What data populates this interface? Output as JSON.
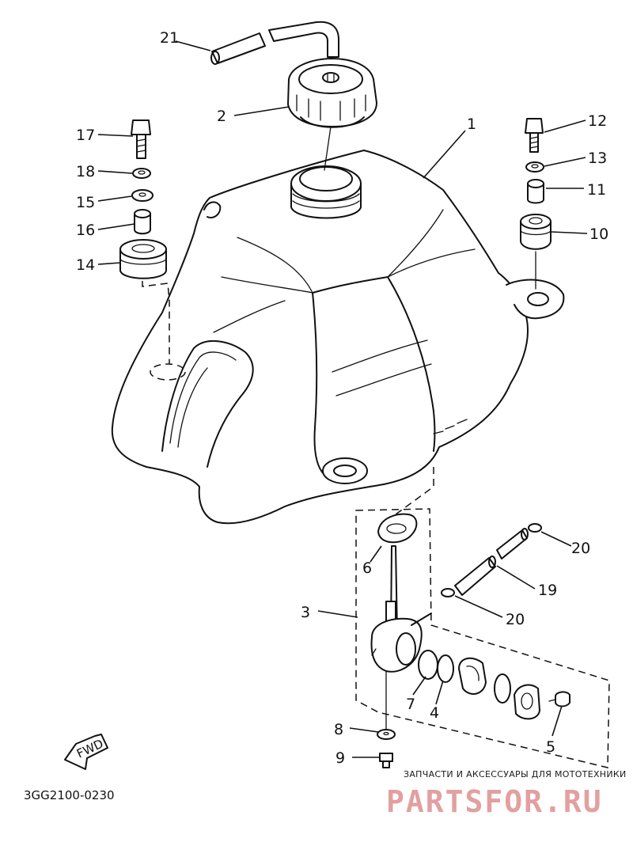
{
  "diagram": {
    "callouts": [
      {
        "id": "1",
        "label": "1"
      },
      {
        "id": "2",
        "label": "2"
      },
      {
        "id": "3",
        "label": "3"
      },
      {
        "id": "4",
        "label": "4"
      },
      {
        "id": "5",
        "label": "5"
      },
      {
        "id": "6",
        "label": "6"
      },
      {
        "id": "7",
        "label": "7"
      },
      {
        "id": "8",
        "label": "8"
      },
      {
        "id": "9",
        "label": "9"
      },
      {
        "id": "10",
        "label": "10"
      },
      {
        "id": "11",
        "label": "11"
      },
      {
        "id": "12",
        "label": "12"
      },
      {
        "id": "13",
        "label": "13"
      },
      {
        "id": "14",
        "label": "14"
      },
      {
        "id": "15",
        "label": "15"
      },
      {
        "id": "16",
        "label": "16"
      },
      {
        "id": "17",
        "label": "17"
      },
      {
        "id": "18",
        "label": "18"
      },
      {
        "id": "19",
        "label": "19"
      },
      {
        "id": "20a",
        "label": "20"
      },
      {
        "id": "20b",
        "label": "20"
      },
      {
        "id": "21",
        "label": "21"
      }
    ],
    "fwd_label": "FWD",
    "drawing_code": "3GG2100-0230"
  },
  "watermark": {
    "caption": "ЗАПЧАСТИ И АКСЕССУАРЫ ДЛЯ МОТОТЕХНИКИ",
    "brand": "PARTSFOR.RU"
  },
  "colors": {
    "line": "#111111",
    "background": "#ffffff",
    "watermark_brand": "#e2a0a0"
  }
}
